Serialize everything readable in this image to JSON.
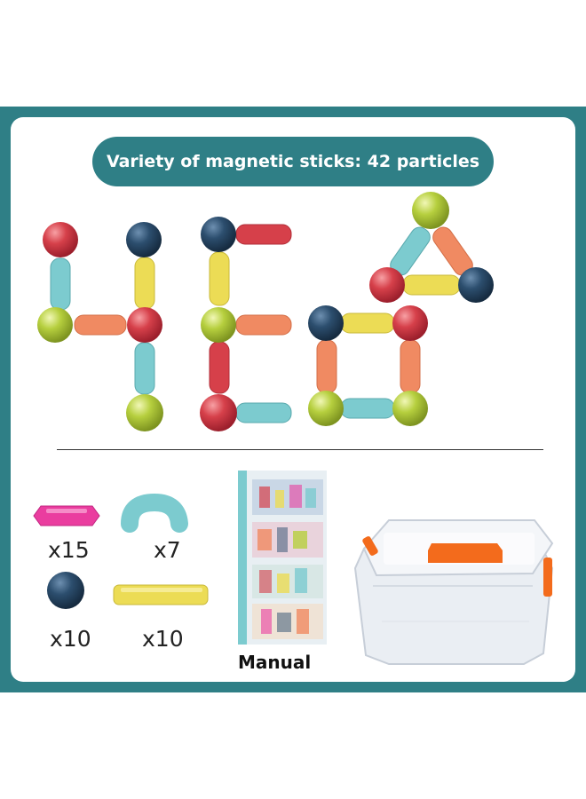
{
  "title": "Variety of magnetic sticks: 42 particles",
  "parts": [
    {
      "name": "short-pink-stick",
      "quantity": "x15"
    },
    {
      "name": "curved-blue-stick",
      "quantity": "x7"
    },
    {
      "name": "navy-ball",
      "quantity": "x10"
    },
    {
      "name": "long-yellow-stick",
      "quantity": "x10"
    }
  ],
  "manual_label": "Manual",
  "colors": {
    "frame": "#2f7f86",
    "red": "#d6404a",
    "navy": "#2c4e6e",
    "green": "#b6cf3e",
    "yellow": "#ecdc55",
    "teal": "#7ccbcf",
    "orange": "#f08a62",
    "pink": "#ea3d9f"
  }
}
